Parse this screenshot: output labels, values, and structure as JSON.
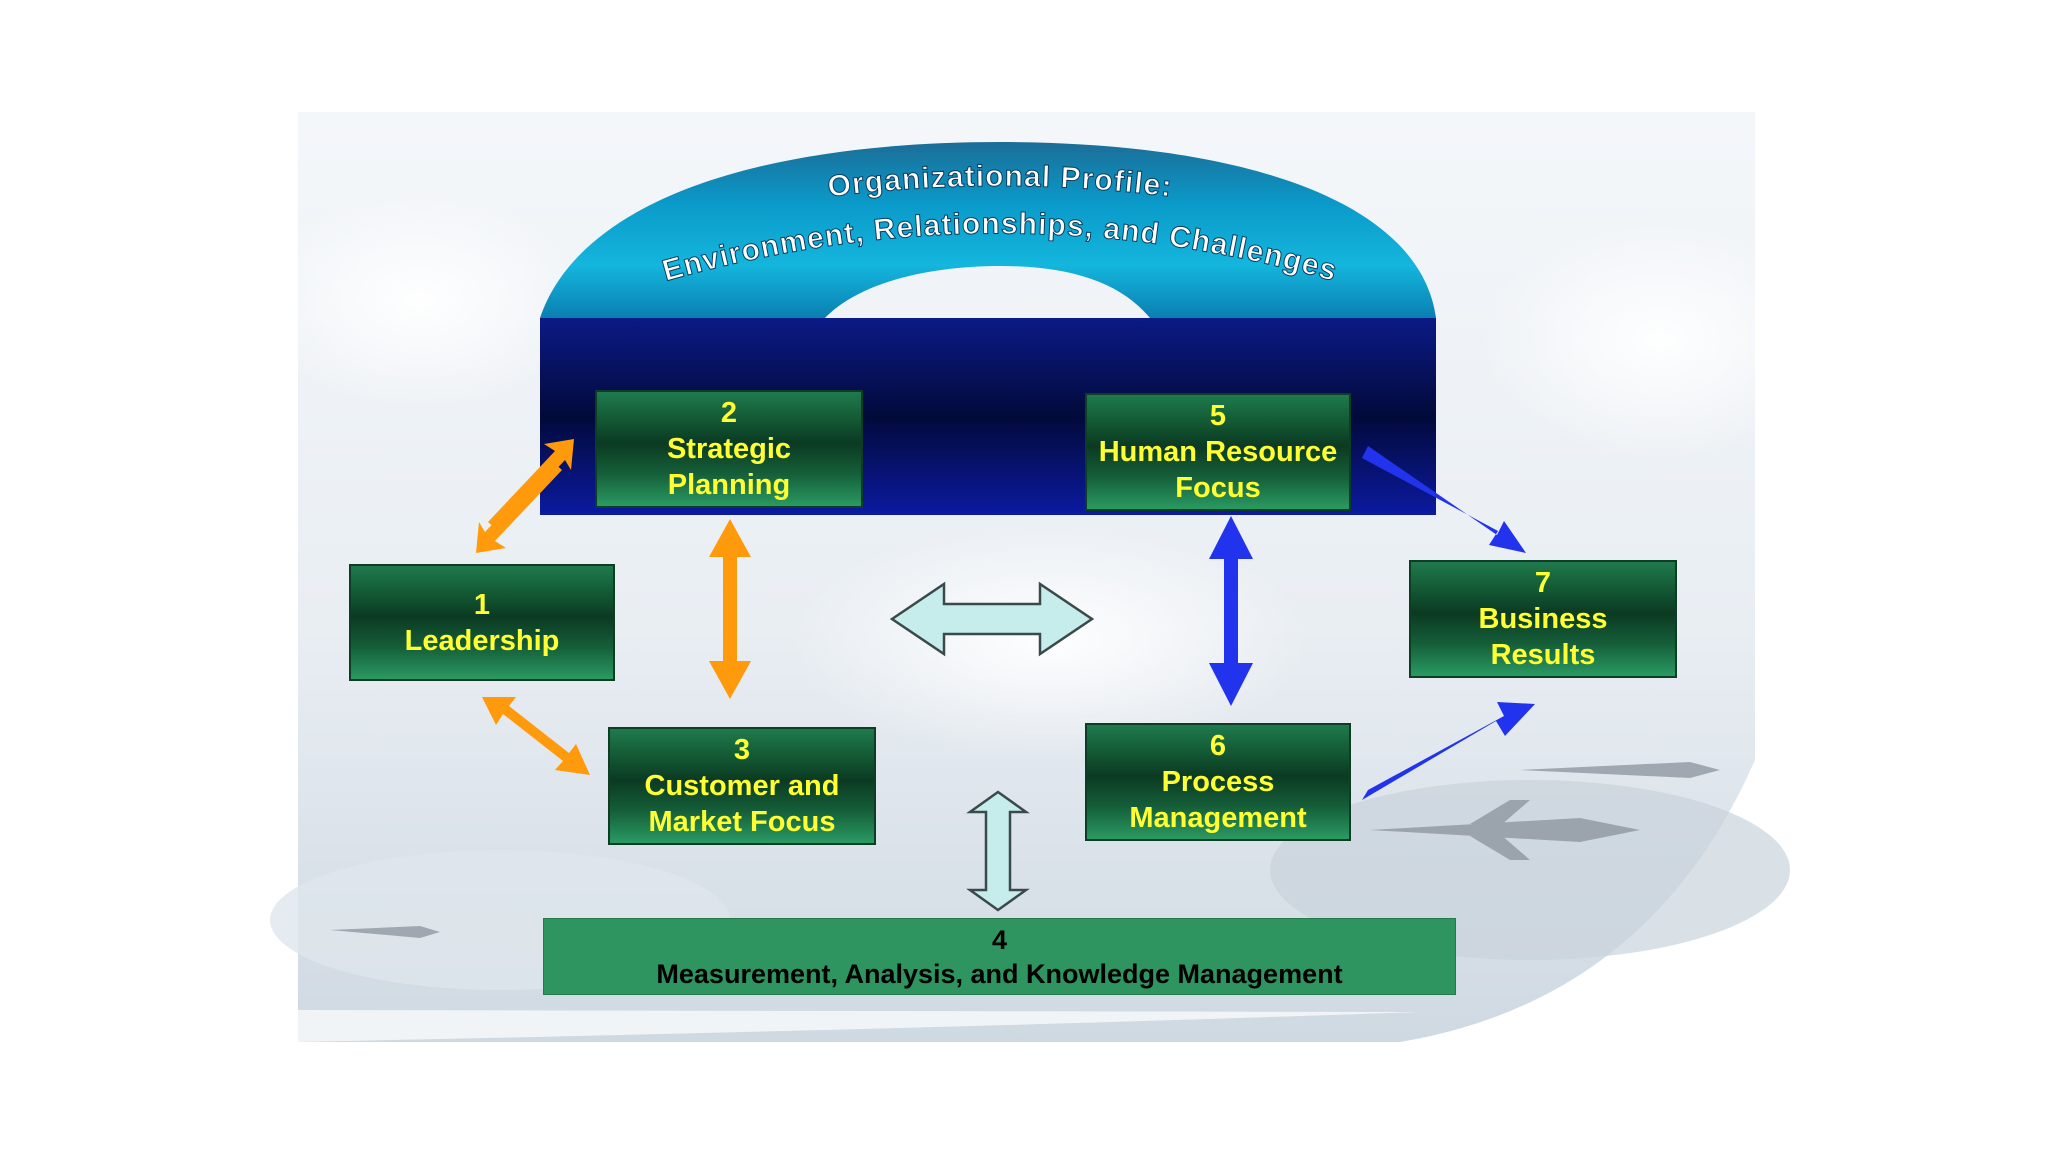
{
  "arch": {
    "line1": "Organizational Profile:",
    "line2": "Environment, Relationships, and Challenges"
  },
  "boxes": {
    "b1": {
      "number": "1",
      "label": "Leadership"
    },
    "b2": {
      "number": "2",
      "label": "Strategic Planning"
    },
    "b3": {
      "number": "3",
      "label": "Customer and Market Focus"
    },
    "b4": {
      "number": "4",
      "label": "Measurement, Analysis, and Knowledge Management"
    },
    "b5": {
      "number": "5",
      "label": "Human Resource Focus"
    },
    "b6": {
      "number": "6",
      "label": "Process Management"
    },
    "b7": {
      "number": "7",
      "label": "Business Results"
    }
  },
  "colors": {
    "box_green": "#1f7a4c",
    "box_text": "#ffff33",
    "arch_teal": "#0aa9cf",
    "navy_band": "#0b1a80",
    "orange_arrow": "#ff9900",
    "blue_arrow": "#2233ee",
    "pale_arrow": "#c6ecec"
  }
}
